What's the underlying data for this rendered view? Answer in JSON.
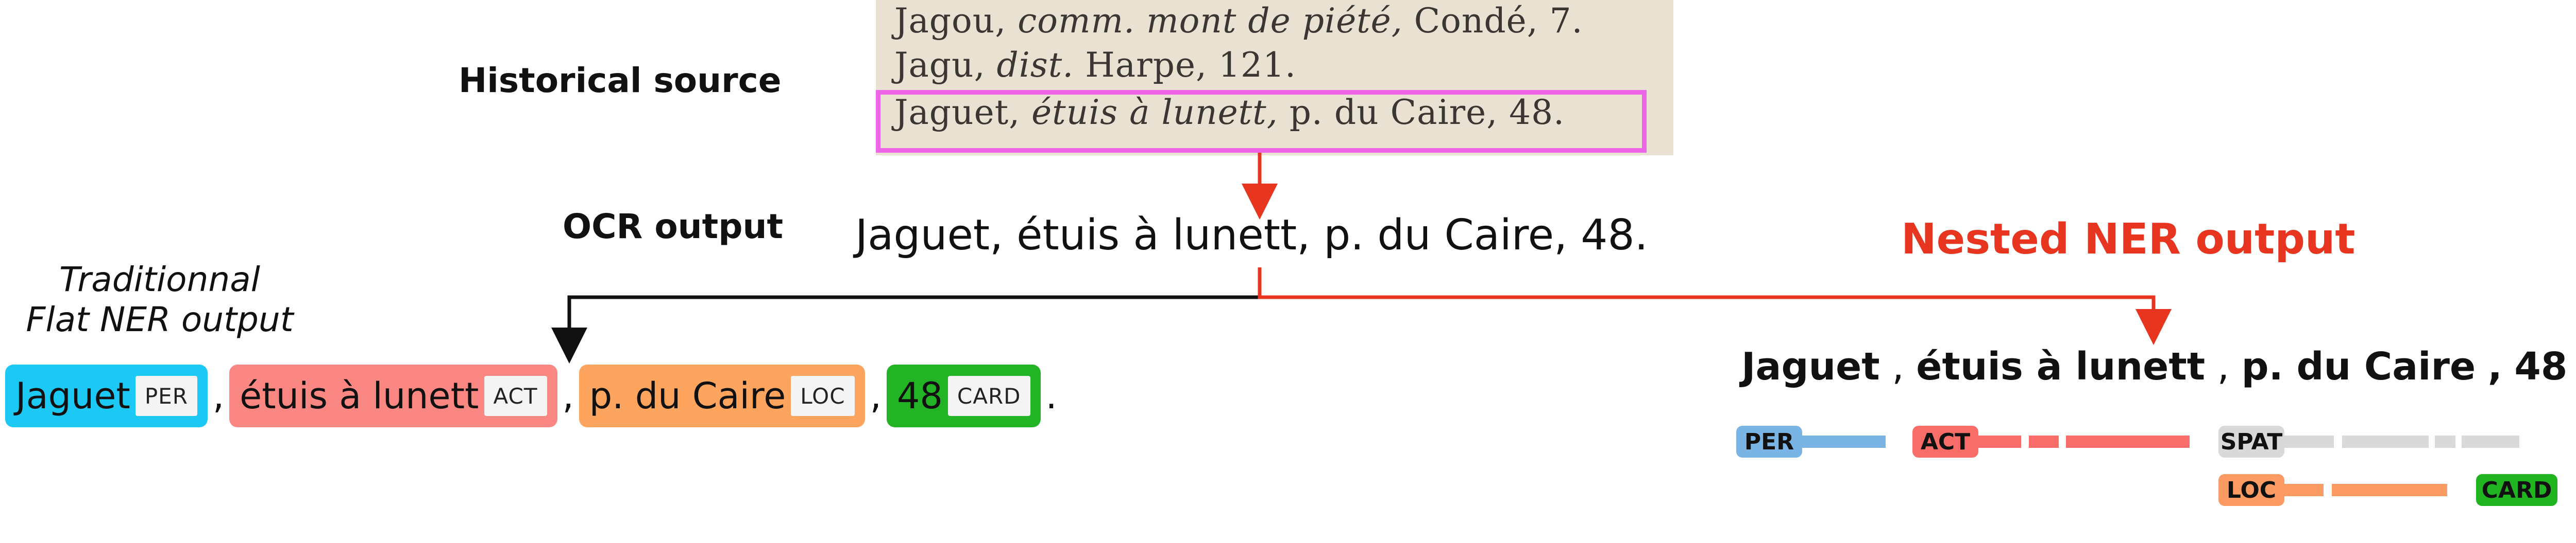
{
  "historical_source": {
    "label": "Historical source",
    "scan_lines": [
      {
        "name": "Jagou,",
        "activity": "comm. mont de piété,",
        "address": "Condé, 7."
      },
      {
        "name": "Jagu,",
        "activity": "dist.",
        "address": "Harpe, 121."
      },
      {
        "name": "Jaguet,",
        "activity": "étuis à lunett,",
        "address": "p. du Caire, 48."
      }
    ]
  },
  "ocr": {
    "label": "OCR output",
    "text": "Jaguet, étuis à lunett, p. du Caire, 48."
  },
  "flat_ner": {
    "title_line1": "Traditionnal",
    "title_line2": "Flat NER output",
    "entities": [
      {
        "text": "Jaguet",
        "tag": "PER",
        "color": "#1cc8f4"
      },
      {
        "text": "étuis à lunett",
        "tag": "ACT",
        "color": "#fb8782"
      },
      {
        "text": "p. du Caire",
        "tag": "LOC",
        "color": "#fda45e"
      },
      {
        "text": "48",
        "tag": "CARD",
        "color": "#22b425"
      }
    ],
    "separators": [
      ",",
      ",",
      ",",
      "."
    ]
  },
  "nested_ner": {
    "title": "Nested NER output",
    "tokens": [
      "Jaguet",
      ",",
      "étuis à lunett",
      ",",
      "p. du Caire",
      ",",
      "48",
      "."
    ],
    "level1": [
      {
        "tag": "PER",
        "color": "#7ab4e4"
      },
      {
        "tag": "ACT",
        "color": "#f96d68"
      },
      {
        "tag": "SPAT",
        "color": "#d9d9d9"
      }
    ],
    "level2": [
      {
        "tag": "LOC",
        "color": "#fb9a62"
      },
      {
        "tag": "CARD",
        "color": "#21b421"
      }
    ]
  },
  "colors": {
    "arrow_black": "#111111",
    "arrow_red": "#e8351f",
    "highlight": "#ee66e8"
  }
}
